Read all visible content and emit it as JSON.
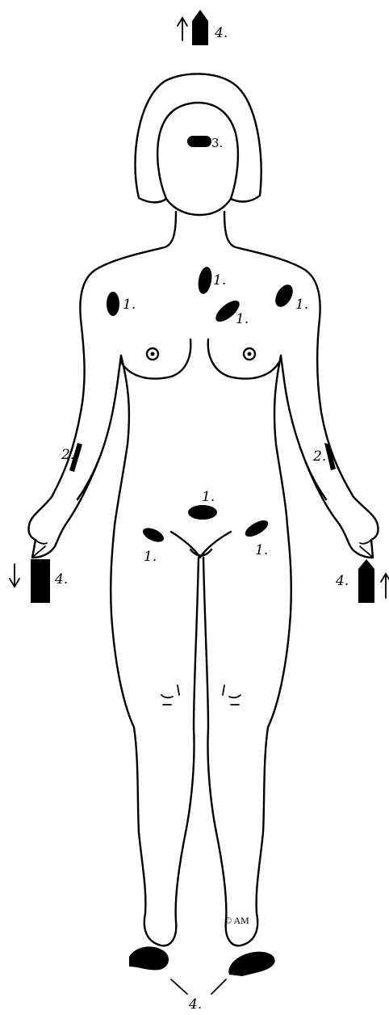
{
  "labels": {
    "chest_center": "1.",
    "shoulder_left": "1.",
    "shoulder_right": "1.",
    "chest_diag": "1.",
    "pubic": "1.",
    "hip_left": "1.",
    "hip_right": "1.",
    "forearm_left": "2.",
    "forearm_right": "2.",
    "face": "3.",
    "head_top": "4.",
    "hand_left": "4.",
    "hand_right": "4.",
    "feet": "4."
  },
  "copyright": "© AM",
  "colors": {
    "ink": "#000000",
    "paper": "#ffffff"
  }
}
